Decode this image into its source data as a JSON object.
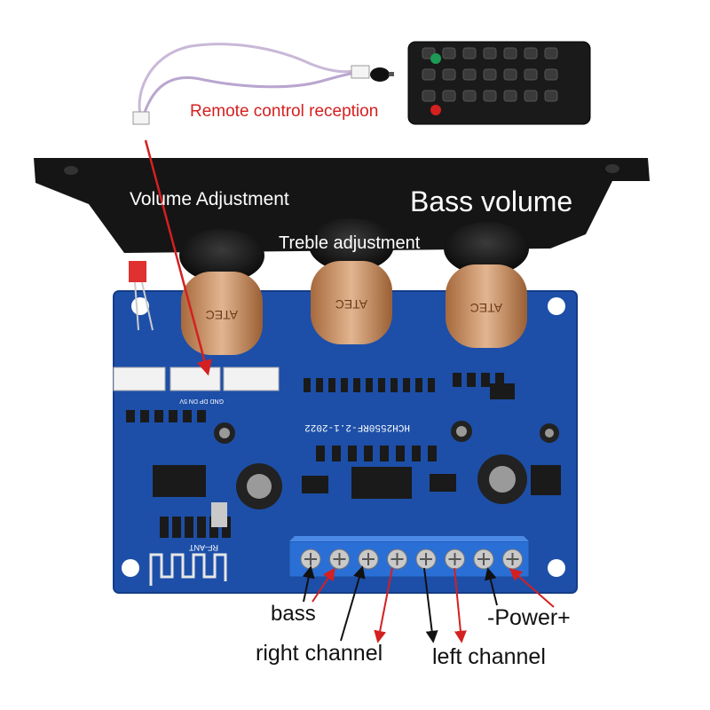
{
  "labels": {
    "remote_control_reception": "Remote control reception",
    "volume_adjustment": "Volume Adjustment",
    "bass_volume": "Bass volume",
    "treble_adjustment": "Treble adjustment",
    "bass": "bass",
    "power": "-Power+",
    "right_channel": "right channel",
    "left_channel": "left channel"
  },
  "board": {
    "model_marking": "HCH2550RF-2.1-2022",
    "pot_marking": "ATEC",
    "antenna_marking": "RF-ANT",
    "connector_marking": "GND DP DN 5V"
  },
  "colors": {
    "pcb_blue": "#1d4fa8",
    "panel_black": "#151515",
    "terminal_blue": "#2a6fd6",
    "annotation_red": "#d42020"
  }
}
